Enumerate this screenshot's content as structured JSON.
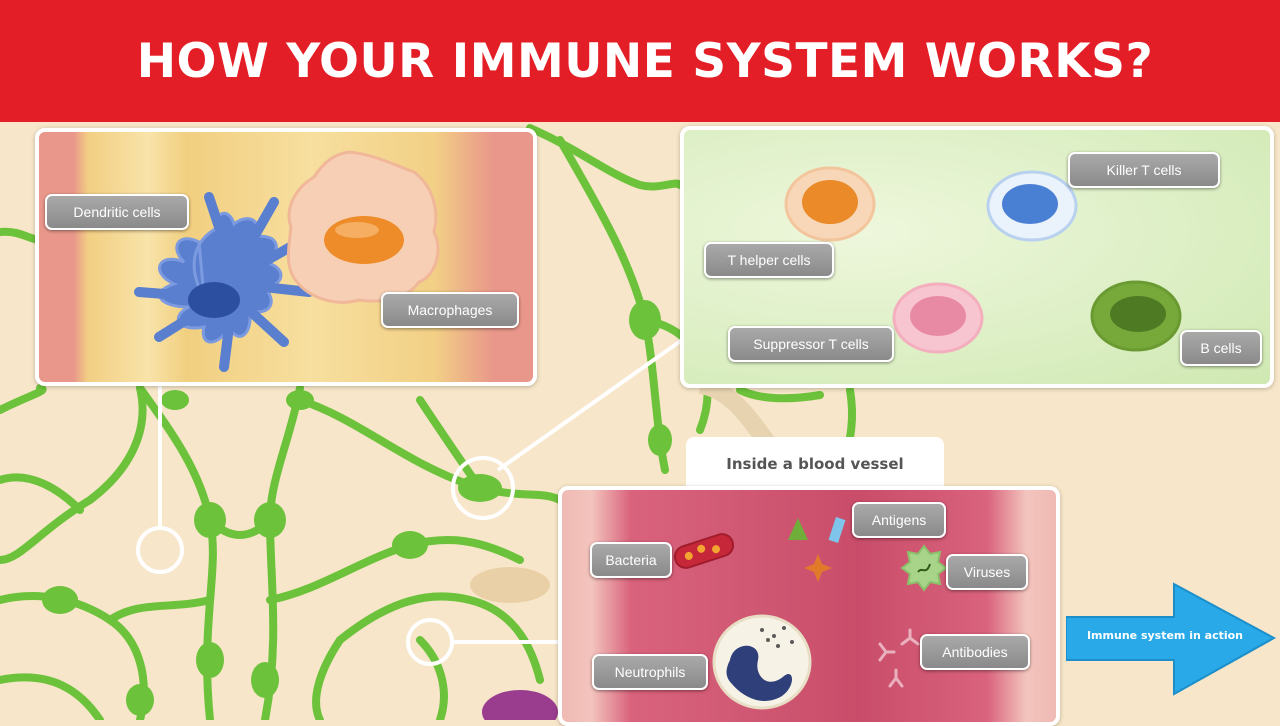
{
  "title": "HOW YOUR IMMUNE SYSTEM WORKS?",
  "colors": {
    "banner": "#e31e26",
    "lymph_vessel": "#6cc23a",
    "label_bg": "#999999",
    "arrow": "#29a9e8"
  },
  "panels": {
    "tissue": {
      "labels": {
        "dendritic": "Dendritic cells",
        "macrophages": "Macrophages"
      }
    },
    "lymph": {
      "labels": {
        "killer_t": "Killer T cells",
        "t_helper": "T helper cells",
        "suppressor_t": "Suppressor T cells",
        "b_cells": "B cells"
      }
    },
    "blood": {
      "tab_title": "Inside a blood vessel",
      "labels": {
        "bacteria": "Bacteria",
        "antigens": "Antigens",
        "viruses": "Viruses",
        "neutrophils": "Neutrophils",
        "antibodies": "Antibodies"
      }
    }
  },
  "action_button": {
    "label": "Immune system in action",
    "icon": "arrow-right-icon"
  }
}
